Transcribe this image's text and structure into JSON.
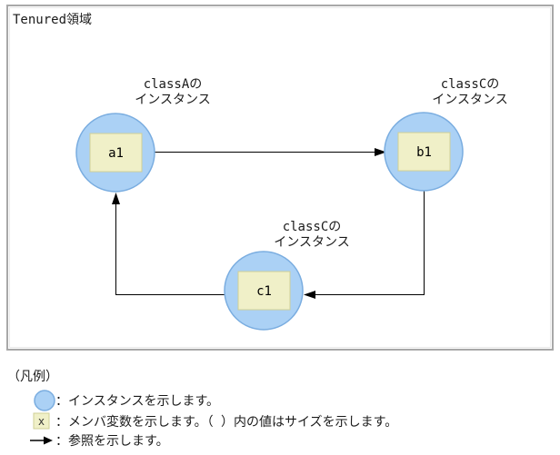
{
  "diagram": {
    "container_label": "Tenured領域",
    "nodes": [
      {
        "id": "a1",
        "label": "a1",
        "class_label_line1": "classAの",
        "class_label_line2": "インスタンス"
      },
      {
        "id": "b1",
        "label": "b1",
        "class_label_line1": "classCの",
        "class_label_line2": "インスタンス"
      },
      {
        "id": "c1",
        "label": "c1",
        "class_label_line1": "classCの",
        "class_label_line2": "インスタンス"
      }
    ],
    "references": [
      {
        "from": "a1",
        "to": "b1"
      },
      {
        "from": "b1",
        "to": "c1"
      },
      {
        "from": "c1",
        "to": "a1"
      }
    ]
  },
  "legend": {
    "title": "（凡例）",
    "items": [
      {
        "icon": "instance-circle-icon",
        "text": "：インスタンスを示します。"
      },
      {
        "icon": "member-variable-box-icon",
        "icon_label": "x",
        "text": "：メンバ変数を示します。（ ）内の値はサイズを示します。"
      },
      {
        "icon": "reference-arrow-icon",
        "text": "：参照を示します。"
      }
    ]
  },
  "colors": {
    "instance_fill": "#abd1f5",
    "instance_border": "#7aade0",
    "member_fill": "#f0f0c8",
    "member_border": "#cfcf96",
    "line": "#000000",
    "container_border": "#a8a8a8"
  }
}
